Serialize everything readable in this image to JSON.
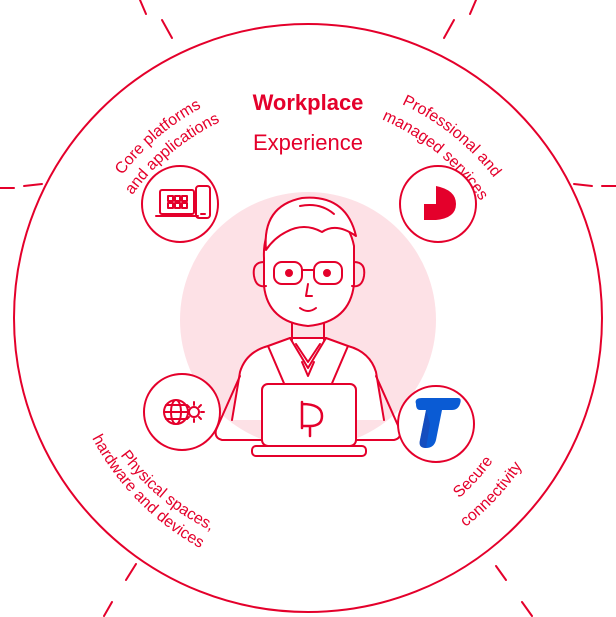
{
  "title": {
    "bold": "Workplace",
    "normal": "Experience"
  },
  "segments": [
    {
      "line1": "Core platforms",
      "line2": "and applications",
      "icon": "computer-devices-icon"
    },
    {
      "line1": "Professional and",
      "line2": "managed services",
      "icon": "professional-services-logo-icon"
    },
    {
      "line1": "Physical spaces,",
      "line2": "hardware and devices",
      "icon": "globe-gear-icon"
    },
    {
      "line1": "Secure",
      "line2": "connectivity",
      "icon": "telstra-logo-icon"
    }
  ],
  "colors": {
    "accent": "#e4002b",
    "halo": "#fde1e6",
    "telstra_blue": "#0a5bd4"
  }
}
